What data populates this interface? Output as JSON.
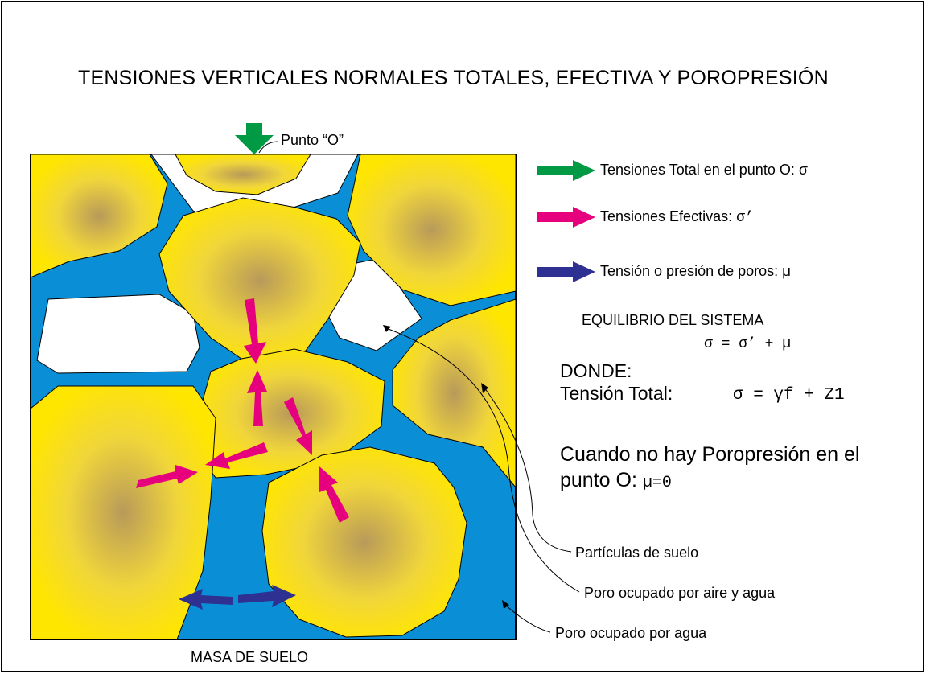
{
  "title": "TENSIONES VERTICALES NORMALES TOTALES, EFECTIVA Y POROPRESIÓN",
  "point_label": "Punto “O”",
  "bottom_label": "MASA DE SUELO",
  "legend": [
    {
      "label": "Tensiones Total en el punto O:",
      "symbol": "σ",
      "color": "#009a44"
    },
    {
      "label": "Tensiones Efectivas:",
      "symbol": "σ’",
      "color": "#e6007e"
    },
    {
      "label": "Tensión o presión de poros:",
      "symbol": "µ",
      "color": "#2e3192"
    }
  ],
  "equilibrium": {
    "heading": "EQUILIBRIO DEL SISTEMA",
    "formula": "σ = σ’ + µ",
    "where": "DONDE:",
    "total_label": "Tensión Total:",
    "total_formula": "σ = γf + Z1",
    "no_pore_line1": "Cuando no hay Poropresión en el",
    "no_pore_line2": "punto O:",
    "no_pore_value": "µ=0"
  },
  "callouts": {
    "particles": "Partículas de suelo",
    "air_water": "Poro ocupado por aire y agua",
    "water": "Poro ocupado por agua"
  },
  "colors": {
    "water": "#0a8fd6",
    "particle": "#ffe600",
    "particle_core": "#b89a5a",
    "air": "#ffffff",
    "total_arrow": "#009a44",
    "effective_arrow": "#e6007e",
    "pore_arrow": "#2e3192"
  }
}
